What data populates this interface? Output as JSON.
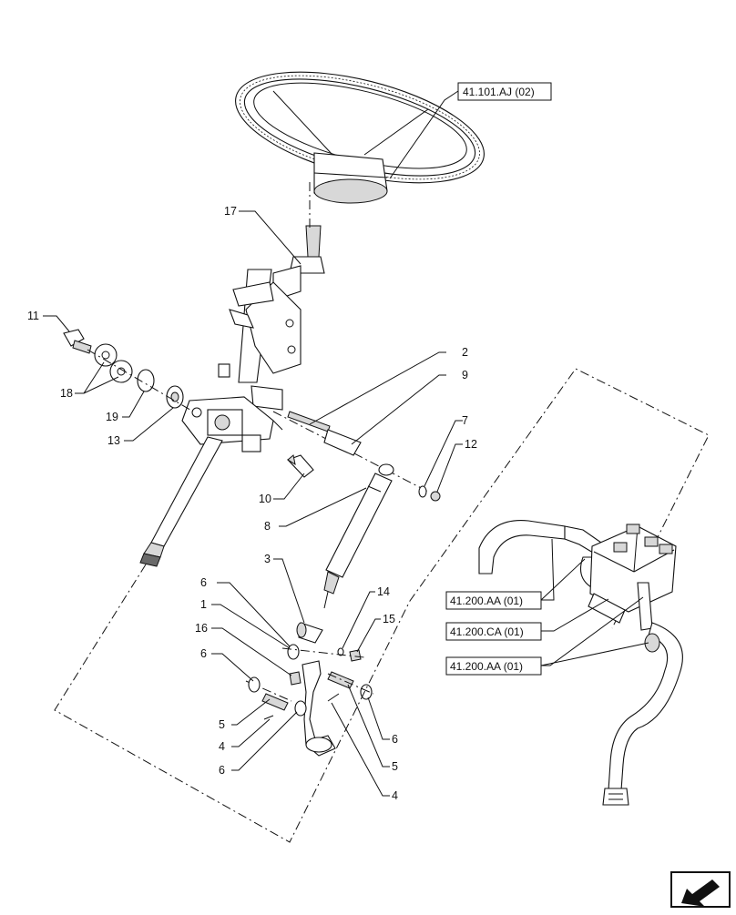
{
  "callouts": [
    "17",
    "11",
    "18",
    "19",
    "13",
    "2",
    "9",
    "7",
    "12",
    "10",
    "8",
    "3",
    "14",
    "15",
    "6",
    "1",
    "16",
    "6",
    "5",
    "4",
    "6",
    "6",
    "5",
    "4"
  ],
  "references": [
    "41.101.AJ (02)",
    "41.200.AA (01)",
    "41.200.CA (01)",
    "41.200.AA (01)"
  ],
  "nav_icon": "arrow-icon"
}
